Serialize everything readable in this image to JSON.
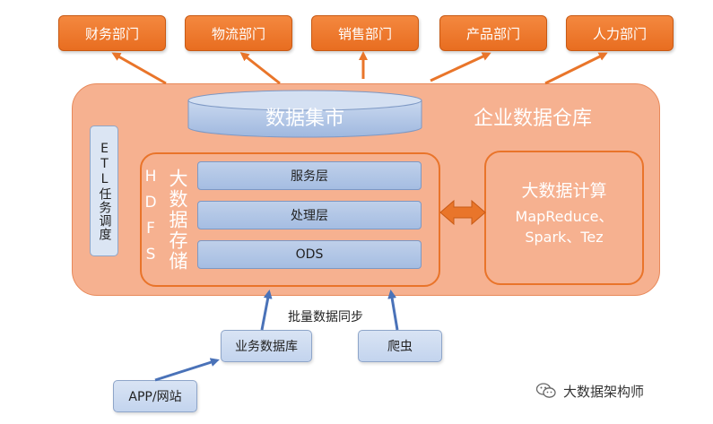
{
  "departments": [
    "财务部门",
    "物流部门",
    "销售部门",
    "产品部门",
    "人力部门"
  ],
  "warehouse": {
    "title": "企业数据仓库",
    "data_mart": "数据集市",
    "etl_label": "ETL任务调度",
    "hdfs_letters": "HDFS",
    "hdfs_storage": "大数据存储",
    "layers": [
      "服务层",
      "处理层",
      "ODS"
    ],
    "compute": {
      "title": "大数据计算",
      "frameworks": "MapReduce、Spark、Tez"
    }
  },
  "sources": {
    "sync_label": "批量数据同步",
    "business_db": "业务数据库",
    "crawler": "爬虫",
    "app_site": "APP/网站"
  },
  "watermark": {
    "icon": "wechat-icon",
    "text": "大数据架构师"
  },
  "colors": {
    "dept": "#e9752a",
    "warehouse": "#f6b190",
    "layer": "#b3c7e6",
    "arrow_orange": "#e9752a",
    "arrow_blue": "#4a72b8"
  }
}
